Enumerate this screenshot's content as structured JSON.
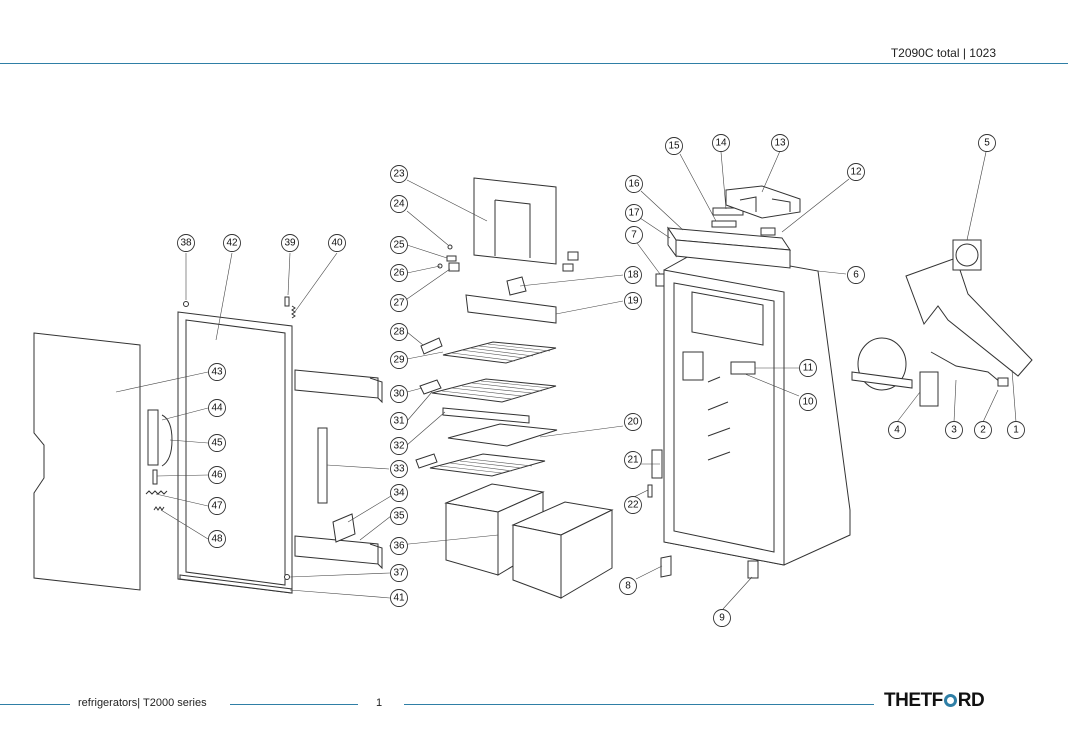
{
  "header": {
    "title": "T2090C total | 1023"
  },
  "footer": {
    "section": "refrigerators| T2000 series",
    "page": "1",
    "brand_prefix": "THETF",
    "brand_suffix": "RD"
  },
  "colors": {
    "accent": "#2f7fa6"
  },
  "callouts": [
    "1",
    "2",
    "3",
    "4",
    "5",
    "6",
    "7",
    "8",
    "9",
    "10",
    "11",
    "12",
    "13",
    "14",
    "15",
    "16",
    "17",
    "18",
    "19",
    "20",
    "21",
    "22",
    "23",
    "24",
    "25",
    "26",
    "27",
    "28",
    "29",
    "30",
    "31",
    "32",
    "33",
    "34",
    "35",
    "36",
    "37",
    "38",
    "39",
    "40",
    "41",
    "42",
    "43",
    "44",
    "45",
    "46",
    "47",
    "48"
  ]
}
